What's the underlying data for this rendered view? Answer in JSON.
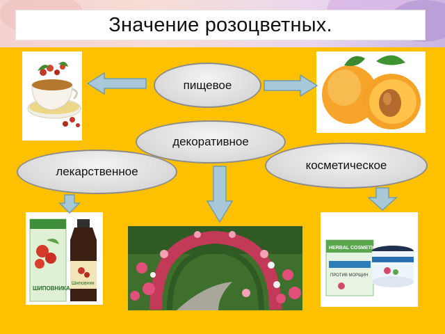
{
  "title": "Значение розоцветных.",
  "uses": {
    "food": "пищевое",
    "decorative": "декоративное",
    "cosmetic": "косметическое",
    "medicinal": "лекарственное"
  },
  "products": {
    "syrup_box_label": "ШИПОВНИКА",
    "syrup_bottle_label": "Шиповник",
    "cosmetic_brand": "HERBAL COSMETICS",
    "cosmetic_cream_label": "ПРОТИВ МОРЩИН"
  },
  "colors": {
    "background": "#ffc000",
    "arrow_fill": "#a8c8d8",
    "ellipse_border": "#8c8c8c"
  }
}
